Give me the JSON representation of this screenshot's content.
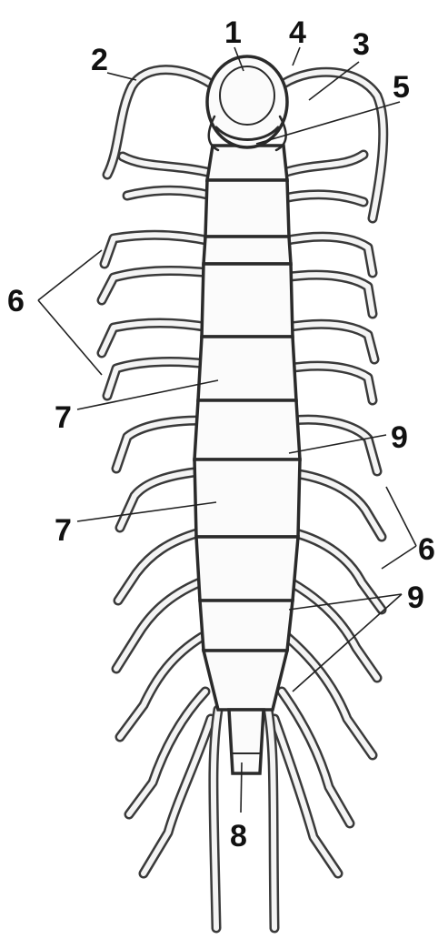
{
  "labels": {
    "l1": "1",
    "l2": "2",
    "l3": "3",
    "l4": "4",
    "l5": "5",
    "l6a": "6",
    "l6b": "6",
    "l7a": "7",
    "l7b": "7",
    "l8": "8",
    "l9a": "9",
    "l9b": "9"
  }
}
